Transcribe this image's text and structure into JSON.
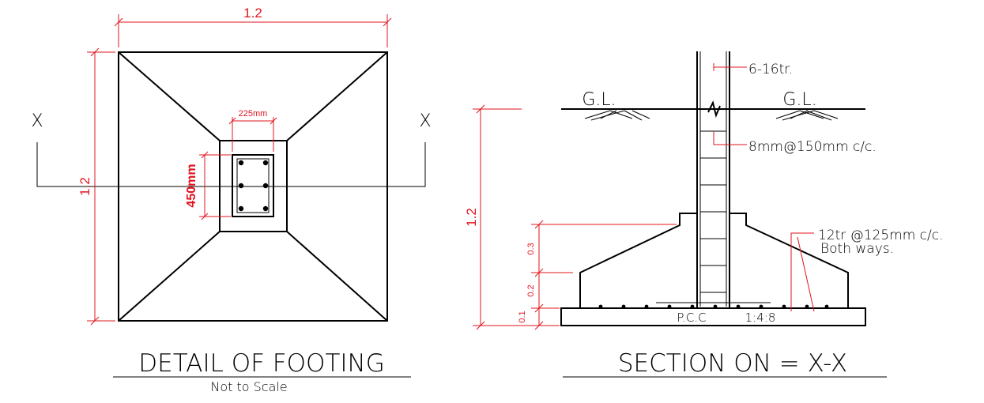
{
  "plan": {
    "width_dim": "1.2",
    "height_dim": "1.2",
    "column_width": "225mm",
    "column_depth": "450mm",
    "section_mark_left": "X",
    "section_mark_right": "X",
    "title": "DETAIL  OF  FOOTING",
    "subtitle": "Not to Scale"
  },
  "section": {
    "column_bars": "6-16tr.",
    "ground_left": "G.L.",
    "ground_right": "G.L.",
    "stirrups": "8mm@150mm  c/c.",
    "main_bars_line1": "12tr  @125mm  c/c.",
    "main_bars_line2": "Both  ways.",
    "total_height": "1.2",
    "dim_slope": "0.3",
    "dim_edge": "0.2",
    "dim_pcc": "0.1",
    "pcc_label": "P.C.C",
    "pcc_mix": "1:4:8",
    "title": "SECTION  ON  =  X-X"
  },
  "colors": {
    "dimension": "#e0141e",
    "line": "#000000"
  }
}
